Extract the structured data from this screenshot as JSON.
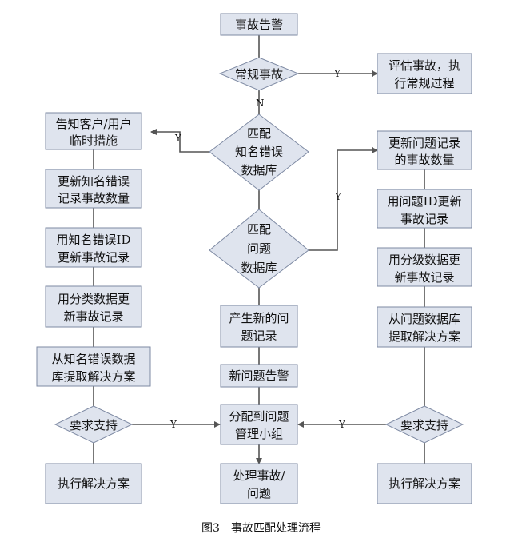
{
  "nodes": {
    "alarm": [
      "事故告警"
    ],
    "routine": [
      "常规事故"
    ],
    "assess": [
      "评估事故，执",
      "行常规过程"
    ],
    "match_known": [
      "匹配",
      "知名错误",
      "数据库"
    ],
    "notify": [
      "告知客户/用户",
      "临时措施"
    ],
    "update_known_count": [
      "更新知名错误",
      "记录事故数量"
    ],
    "update_known_id": [
      "用知名错误ID",
      "更新事故记录"
    ],
    "update_class_left": [
      "用分类数据更",
      "新事故记录"
    ],
    "extract_known": [
      "从知名错误数据",
      "库提取解决方案"
    ],
    "support_left": [
      "要求支持"
    ],
    "exec_left": [
      "执行解决方案"
    ],
    "match_problem": [
      "匹配",
      "问题",
      "数据库"
    ],
    "new_problem": [
      "产生新的问",
      "题记录"
    ],
    "problem_alarm": [
      "新问题告警"
    ],
    "assign": [
      "分配到问题",
      "管理小组"
    ],
    "handle": [
      "处理事故/",
      "问题"
    ],
    "update_problem_count": [
      "更新问题记录",
      "的事故数量"
    ],
    "update_problem_id": [
      "用问题ID更新",
      "事故记录"
    ],
    "update_class_right": [
      "用分级数据更",
      "新事故记录"
    ],
    "extract_problem": [
      "从问题数据库",
      "提取解决方案"
    ],
    "support_right": [
      "要求支持"
    ],
    "exec_right": [
      "执行解决方案"
    ]
  },
  "edge_labels": {
    "routine_yes": "Y",
    "routine_no": "N",
    "known_yes": "Y",
    "problem_yes": "Y",
    "support_left_yes": "Y",
    "support_right_yes": "Y"
  },
  "caption": "图3　事故匹配处理流程",
  "colors": {
    "fill": "#dfe4ee",
    "stroke": "#7e8aa3",
    "line": "#555555"
  }
}
